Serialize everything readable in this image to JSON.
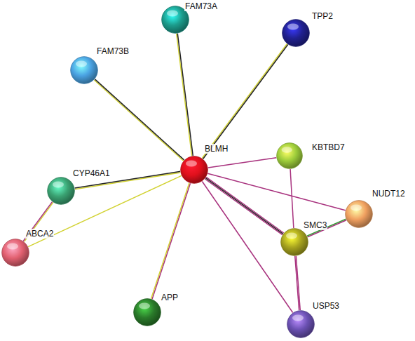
{
  "diagram": {
    "nodes": [
      {
        "text": [
          "FAM73A"
        ]
      },
      {
        "text": [
          "TPP2"
        ]
      },
      {
        "text": [
          "FAM73B"
        ]
      },
      {
        "text": [
          "BLMH"
        ]
      },
      {
        "text": [
          "KBTBD7"
        ]
      },
      {
        "text": [
          "CYP46A1"
        ]
      },
      {
        "text": [
          "NUDT12"
        ]
      },
      {
        "text": [
          "SMC3"
        ]
      },
      {
        "text": [
          "ABCA2"
        ]
      },
      {
        "text": [
          "APP"
        ]
      },
      {
        "text": [
          "USP53"
        ]
      }
    ],
    "edges": [
      {
        "from": 3,
        "to": 0,
        "arrow": "none"
      },
      {
        "from": 3,
        "to": 1,
        "arrow": "none"
      },
      {
        "from": 3,
        "to": 2,
        "arrow": "none"
      },
      {
        "from": 3,
        "to": 4,
        "arrow": "none"
      },
      {
        "from": 3,
        "to": 6,
        "arrow": "none"
      },
      {
        "from": 3,
        "to": 7,
        "arrow": "none"
      },
      {
        "from": 3,
        "to": 10,
        "arrow": "none"
      },
      {
        "from": 3,
        "to": 9,
        "arrow": "none"
      },
      {
        "from": 3,
        "to": 5,
        "arrow": "none"
      },
      {
        "from": 3,
        "to": 8,
        "arrow": "none"
      },
      {
        "from": 5,
        "to": 8,
        "arrow": "none"
      },
      {
        "from": 4,
        "to": 7,
        "arrow": "none"
      },
      {
        "from": 6,
        "to": 7,
        "arrow": "none"
      },
      {
        "from": 7,
        "to": 10,
        "arrow": "none"
      }
    ]
  }
}
